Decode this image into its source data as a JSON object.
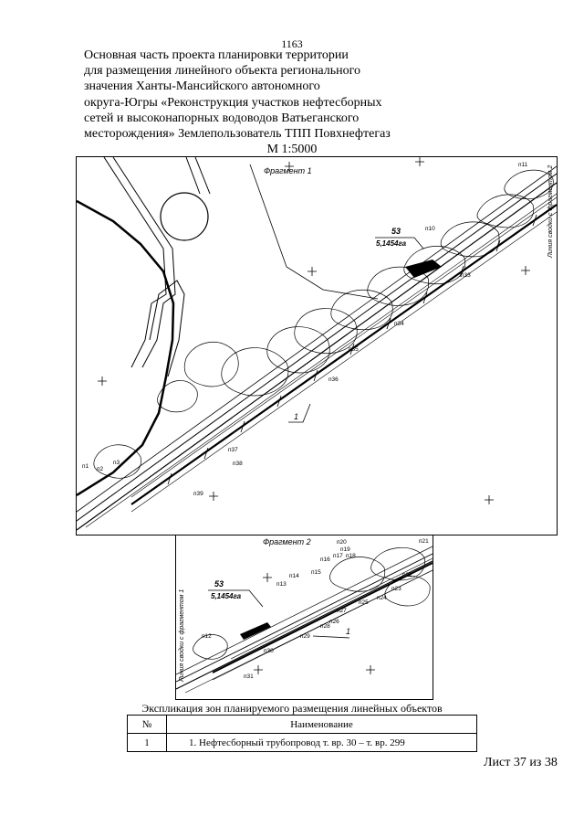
{
  "page_number": "1163",
  "title_lines": [
    "Основная часть проекта планировки территории",
    "для размещения линейного объекта регионального",
    "значения Ханты-Мансийского автономного",
    "округа-Югры «Реконструкция участков нефтесборных",
    "сетей и высоконапорных водоводов Ватьеганского",
    "месторождения» Землепользователь ТПП Повхнефтегаз"
  ],
  "scale": "М 1:5000",
  "fragment1": {
    "title": "Фрагмент 1",
    "zone_number": "53",
    "zone_area": "5,1454га",
    "zone_leader": "1",
    "side_note": "Линия сводки с фрагментом 2",
    "points": [
      "п1",
      "п2",
      "п3",
      "п10",
      "п11",
      "п33",
      "п34",
      "п35",
      "п36",
      "п37",
      "п38",
      "п39"
    ]
  },
  "fragment2": {
    "title": "Фрагмент 2",
    "zone_number": "53",
    "zone_area": "5,1454га",
    "zone_leader": "1",
    "side_note": "Линия сводки с фрагментом 1",
    "points": [
      "п12",
      "п13",
      "п14",
      "п15",
      "п16",
      "п17",
      "п18",
      "п19",
      "п20",
      "п21",
      "п22",
      "п23",
      "п24",
      "п25",
      "п26",
      "п27",
      "п28",
      "п29",
      "п30",
      "п31"
    ]
  },
  "explication": {
    "title": "Экспликация зон планируемого размещения линейных объектов",
    "headers": [
      "№",
      "Наименование"
    ],
    "rows": [
      {
        "no": "1",
        "name": "1.   Нефтесборный трубопровод т. вр. 30 – т. вр. 299"
      }
    ]
  },
  "sheet": "Лист 37 из 38"
}
